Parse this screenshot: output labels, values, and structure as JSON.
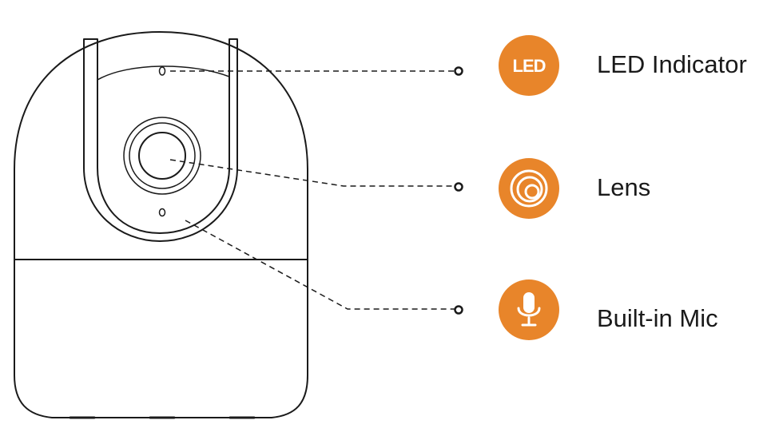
{
  "colors": {
    "accent": "#E8852A",
    "line": "#1a1a1a",
    "background": "#FFFFFF"
  },
  "parts": [
    {
      "id": "led",
      "icon": "led-icon",
      "badge_text": "LED",
      "label": "LED Indicator"
    },
    {
      "id": "lens",
      "icon": "lens-icon",
      "label": "Lens"
    },
    {
      "id": "mic",
      "icon": "microphone-icon",
      "label": "Built-in Mic"
    }
  ]
}
